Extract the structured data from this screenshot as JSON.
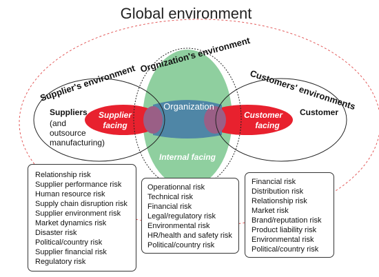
{
  "title": "Global environment",
  "labels": {
    "supplier_env": "Supplier's environment",
    "org_env": "Orgnization's environment",
    "customer_env": "Customers' environments",
    "suppliers": "Suppliers",
    "suppliers_detail": [
      "(and",
      "outsource",
      "manufacturing)"
    ],
    "supplier_facing": [
      "Supplier",
      "facing"
    ],
    "organization": "Organization",
    "customer_facing": [
      "Customer",
      "facing"
    ],
    "customer": "Customer",
    "internal_facing": "Internal facing"
  },
  "supplier_risks": [
    "Relationship risk",
    "Supplier performance risk",
    "Human resource risk",
    "Supply chain disruption risk",
    "Supplier environment risk",
    "Market dynamics risk",
    "Disaster risk",
    "Political/country risk",
    "Supplier financial risk",
    "Regulatory risk"
  ],
  "organization_risks": [
    "Operationnal risk",
    "Technical risk",
    "Financial risk",
    "Legal/regulatory risk",
    "Environmental risk",
    "HR/health and safety risk",
    "Political/country risk"
  ],
  "customer_risks": [
    "Financial risk",
    "Distribution risk",
    "Relationship risk",
    "Market risk",
    "Brand/reputation risk",
    "Product liability risk",
    "Environmental risk",
    "Political/country risk"
  ],
  "colors": {
    "green": "#8fcf9f",
    "red": "#e8212e",
    "blue_overlap": "#4f86a6",
    "purple_overlap": "#9a5f86",
    "dashed_red": "#e35a5a"
  }
}
